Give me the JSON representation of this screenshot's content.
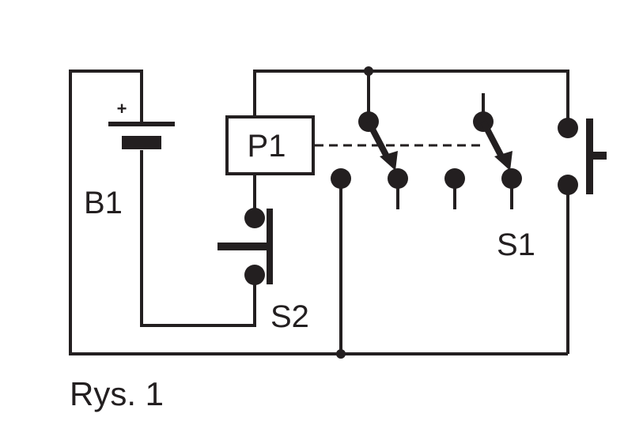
{
  "labels": {
    "battery": "B1",
    "battery_polarity": "+",
    "relay": "P1",
    "switch_s1": "S1",
    "switch_s2": "S2",
    "caption": "Rys. 1"
  },
  "colors": {
    "line": "#231f20",
    "background": "#ffffff"
  }
}
